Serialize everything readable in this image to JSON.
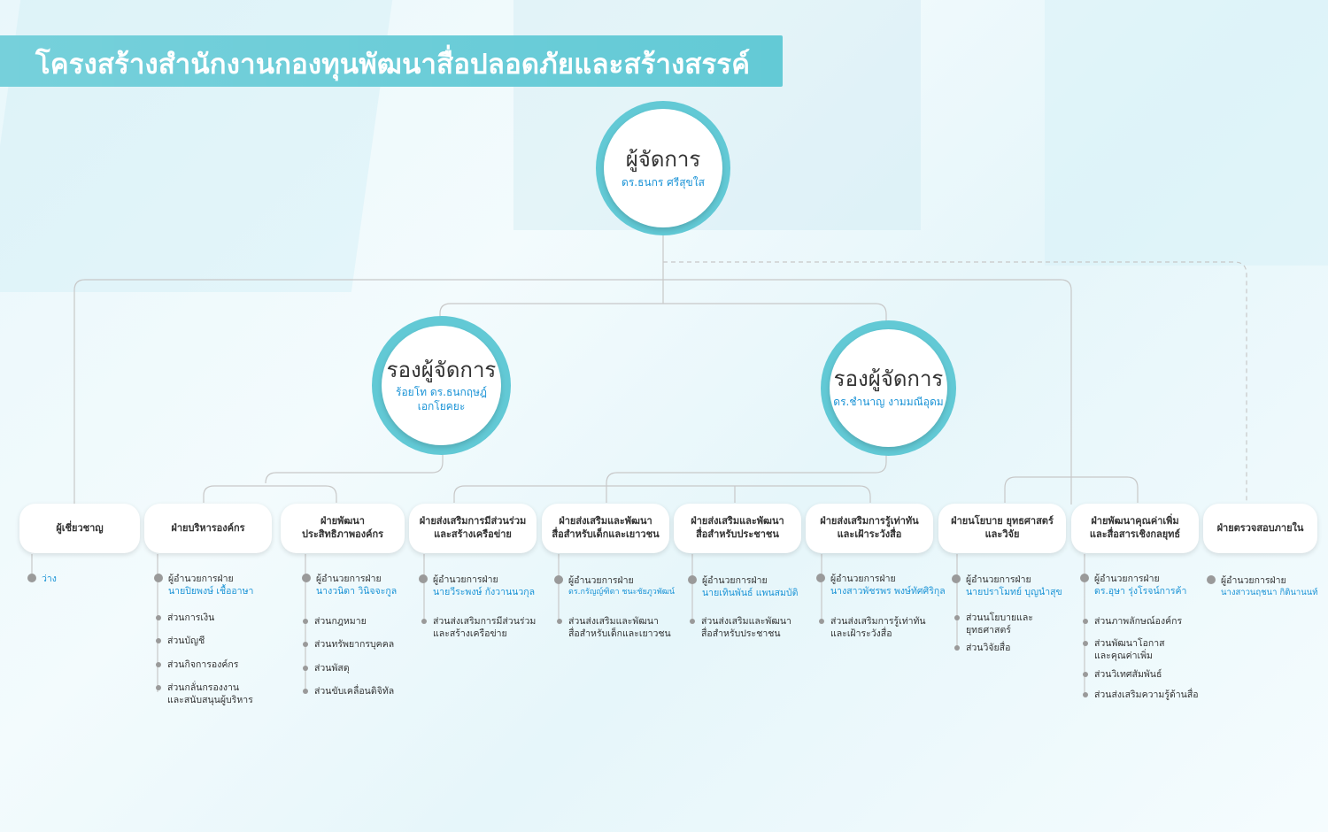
{
  "title": "โครงสร้างสำนักงานกองทุนพัฒนาสื่อปลอดภัยและสร้างสรรค์",
  "colors": {
    "accent": "#62c9d5",
    "name_text": "#1a93d6",
    "line": "#c8c8c8"
  },
  "manager": {
    "title": "ผู้จัดการ",
    "name": "ดร.ธนกร ศรีสุขใส"
  },
  "deputy_left": {
    "title": "รองผู้จัดการ",
    "name": "ร้อยโท ดร.ธนกฤษฎ์ เอกโยคยะ"
  },
  "deputy_right": {
    "title": "รองผู้จัดการ",
    "name": "ดร.ชำนาญ งามมณีอุดม"
  },
  "departments": [
    {
      "label": "ผู้เชี่ยวชาญ",
      "head": "ว่าง",
      "units": []
    },
    {
      "label": "ฝ่ายบริหารองค์กร",
      "head": "ผู้อำนวยการฝ่าย",
      "name": "นายปิยพงษ์ เชื้ออาษา",
      "units": [
        "ส่วนการเงิน",
        "ส่วนบัญชี",
        "ส่วนกิจการองค์กร",
        "ส่วนกลั่นกรองงาน\nและสนับสนุนผู้บริหาร"
      ]
    },
    {
      "label": "ฝ่ายพัฒนา\nประสิทธิภาพองค์กร",
      "head": "ผู้อำนวยการฝ่าย",
      "name": "นางวนิดา วินิจจะกูล",
      "units": [
        "ส่วนกฎหมาย",
        "ส่วนทรัพยากรบุคคล",
        "ส่วนพัสดุ",
        "ส่วนขับเคลื่อนดิจิทัล"
      ]
    },
    {
      "label": "ฝ่ายส่งเสริมการมีส่วนร่วม\nและสร้างเครือข่าย",
      "head": "ผู้อำนวยการฝ่าย",
      "name": "นายวีระพงษ์ กังวานนวกุล",
      "units": [
        "ส่วนส่งเสริมการมีส่วนร่วม\nและสร้างเครือข่าย"
      ]
    },
    {
      "label": "ฝ่ายส่งเสริมและพัฒนา\nสื่อสำหรับเด็กและเยาวชน",
      "head": "ผู้อำนวยการฝ่าย",
      "name": "ดร.กรัญญ์ฑิตา ชนะชัยภูวพัฒน์",
      "units": [
        "ส่วนส่งเสริมและพัฒนา\nสื่อสำหรับเด็กและเยาวชน"
      ]
    },
    {
      "label": "ฝ่ายส่งเสริมและพัฒนา\nสื่อสำหรับประชาชน",
      "head": "ผู้อำนวยการฝ่าย",
      "name": "นายเทินพันธ์ แพนสมบัติ",
      "units": [
        "ส่วนส่งเสริมและพัฒนา\nสื่อสำหรับประชาชน"
      ]
    },
    {
      "label": "ฝ่ายส่งเสริมการรู้เท่าทัน\nและเฝ้าระวังสื่อ",
      "head": "ผู้อำนวยการฝ่าย",
      "name": "นางสาวพัชรพร พงษ์ทัศศิริกุล",
      "units": [
        "ส่วนส่งเสริมการรู้เท่าทัน\nและเฝ้าระวังสื่อ"
      ]
    },
    {
      "label": "ฝ่ายนโยบาย ยุทธศาสตร์\nและวิจัย",
      "head": "ผู้อำนวยการฝ่าย",
      "name": "นายปราโมทย์ บุญนำสุข",
      "units": [
        "ส่วนนโยบายและ\nยุทธศาสตร์",
        "ส่วนวิจัยสื่อ"
      ]
    },
    {
      "label": "ฝ่ายพัฒนาคุณค่าเพิ่ม\nและสื่อสารเชิงกลยุทธ์",
      "head": "ผู้อำนวยการฝ่าย",
      "name": "ดร.อุษา รุ่งโรจน์การค้า",
      "units": [
        "ส่วนภาพลักษณ์องค์กร",
        "ส่วนพัฒนาโอกาส\nและคุณค่าเพิ่ม",
        "ส่วนวิเทศสัมพันธ์",
        "ส่วนส่งเสริมความรู้ด้านสื่อ"
      ]
    },
    {
      "label": "ฝ่ายตรวจสอบภายใน",
      "head": "ผู้อำนวยการฝ่าย",
      "name": "นางสาวนฤชนา กิตินานนท์",
      "units": []
    }
  ]
}
